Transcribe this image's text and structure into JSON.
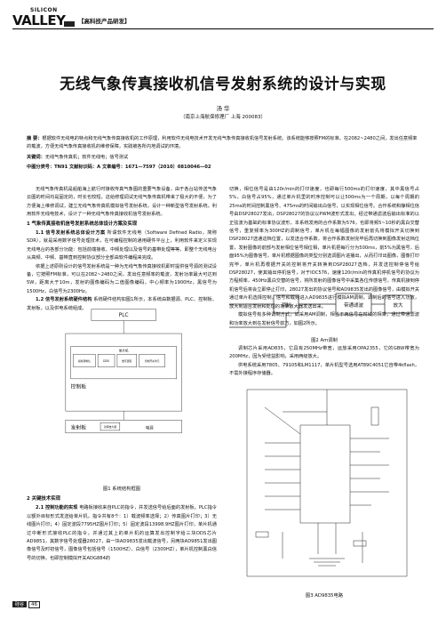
{
  "header": {
    "logo_top": "SILICON",
    "logo_main": "VALLEY",
    "tag": "【高科技产品研发】"
  },
  "title": "无线气象传真接收机信号发射系统的设计与实现",
  "author": "汤  华",
  "affiliation": "（南京上海航保修理厂  上海  200083）",
  "abstract": {
    "label": "摘  要：",
    "text": "根据软件无线电的特点和无线气象传真接收机的工作原理，利用软件无线电技术开发无线气象传真接收机信号发射系统。该系统能够按照FM的标准，在2082~2480之间，发出任意频率的载波，方便无线气象传真接收机的维修保障，实践被各所内地调试的环境。",
    "keywords_label": "关键词：",
    "keywords": "无线气象传真机；软件无线电；信号测试",
    "classification": "中图分类号：TN91   文献标识码：A   文章编号：1671—7597（2010）0810046—02"
  },
  "left_col": {
    "p1": "无线气象传真机是船舶海上航行时接收传真气象图的重要气象设备，由于各台站传送气象云图的时间均是固定的，时长也较短，这给修理调试无线气象传真机带来了极大的不便，为了方便海上维修调试，建立无线气象传真机模拟信号发射系统，设计一种新型信号发射系统，利用软件无线电技术，设计了一种无线气象传真接收机信号发射系统。",
    "h1": "1 气象传真接收机信号发射系统总体设计方案及实现",
    "h11": "1.1 信号发射系统总体设计方案",
    "p2": "所谓软件无线电（Software Defined Radio，简称SDR），就是采用数字信号处理技术，在可编程控制的通用硬件平台上，利用软件来定义实现无线电台的各部分功能：包括前端接收、中频处理以及信号的基带处理等等。即整个无线电台从高频、中频、基带直到控制协议部分全部由软件编程来完成。",
    "p3": "依据上述原则设计的信号发射系统是一种为无线气象传真接收机即时提供信号源的测试设备，它按照FM标准，可以在2082~2480之间，发出任意频率的载波，发射功率最大可达到5W，距离大于10m，发射的图像编码为二值图像编码，中心频率为1900Hz，黑信号为1500Hz，白信号为2300Hz。",
    "h12": "1.2 信号发射系统硬件结构",
    "p4": "系统硬件结构如图1所示，本系统由数据源、PLC、控制板、发射板，以及供电系统组成。"
  },
  "fig1": {
    "caption": "图1  系统结构框图",
    "box_plc": "PLC",
    "box_dan": "单片机",
    "box_sub": [
      "模拟调制信",
      "DDS",
      "数字逻辑",
      "控制开关单元"
    ],
    "box_ctrl": "控制板",
    "box_tx": "发射板",
    "box_pa": "功率放大器",
    "box_power": "电源"
  },
  "left_col2": {
    "h2": "2 关键技术实现",
    "h21": "2.1 控制功能的实现",
    "p5": "电路板接收来自PLC的指令，并发送信号给后面的发射板。PLC指令以额外目标形式发送给单片机，指令共有8个：1）载波频率选择；2）传真图片打印；3）无线图片打印；4）固定波段7795HZ图片打印；5）固定波段13998.9HZ图片打印，单片机通过中断形式接收PLC的指令，并通过其上的单片机的运算发出控制字给三块DDS芯片AD9851，其数字信号处理器28027，由一块AD9835发出载波信号，另两块AD9851发出图像信号及时初信号，图像信号包括信号（1500HZ）、白信号（2300HZ），单片机控制黑白信号的切换，也即控制模拟开关ADG884的"
  },
  "right_col": {
    "p1": "切换，相位信号是由120r/min的打印速度，也即每行500ms的打印速度，其中黑信号占5%，白信号占95%，通过单片机里的时序控制可以让500ms为一个周期，以每个周期的25ms的时间控制黑信号、475ms的时间输出白信号，以实现相位信号。合作系统和静相位信号由DSP28027发出，DSP28027的协议以PWM波形式发出，经过带通滤波后输出标准的以正弦波为基础的标准协议波形，本系统发用的合作系数为576，也即将频5~10秒的黑白交替信号，重复频率为300HZ的调制信号，单片机在每幅图像的发射前先将模拟开关切换到DSP28027选通这档位置，以发送合作系数，将合作系数发射完毕后再切换到图像发射这档位置，发射图像的前部与发射相位信号相位相，单片机把每行分为500ms，前5%为黑信号，后面95%为图像信号，单片机根据图像的类型分别选调图片进播出，从而打印出图像，图像打印完毕，单片机再根据开关的控制将开关转换到DSP28027选档，并发送控制停信号给DSP28027，使其输出停机信号，对于IOC576，速度120r/min的传真机停机信号的协议为方程频率，450Hz黑白交替的信号，将所发射的图像信号中采集各位传感信号，传真机接到停机信号后将会立即停止打印，28027发出的协议信号和AD9835发出的图像信号，由模拟开关通过单片机选择控制，信号和载频进入AD9835进行模拟AM调制，调制后的信号进入功放，放大到适合发射和处理的功率放大器发送出来。",
    "p2": "模拟信号有多种调制方式，如采用AM调制，相当于两信号在时域的相乘，通过带通滤波和功率放大到在发射信号前方，如图2所示。"
  },
  "fig2": {
    "caption": "图2  Am调制",
    "box_mod": "调制",
    "box_bp": "带通滤波",
    "box_amp": "放大",
    "label_in": "",
    "label_carrier": ""
  },
  "right_col2": {
    "p1": "调制芯片采用AD835，它具有250MHz带宽，运放采用OPA2355，它的GBW带宽为200MHz，因为受增益影响，采用两级放大。",
    "p2": "供电系统采用7805、79105和LM1117，单片机型号选用AT89C4051它自带4kflash，不需外接程序存储器。"
  },
  "fig3": {
    "caption": "图3  AD9835电路"
  },
  "footer": {
    "label": "硅谷",
    "page": "46"
  }
}
